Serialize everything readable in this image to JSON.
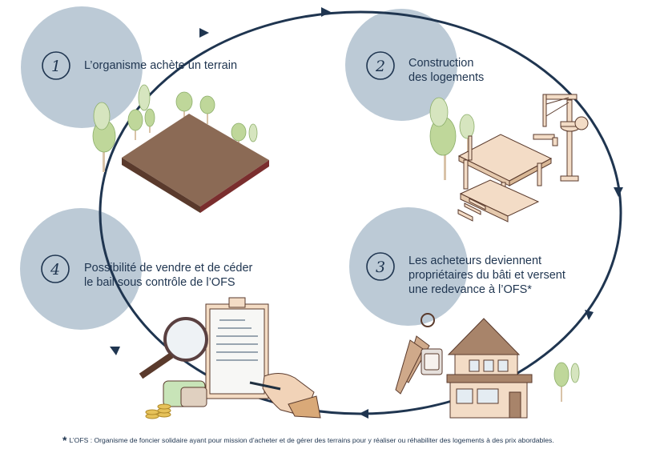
{
  "steps": [
    {
      "number": "1",
      "lines": [
        "L’organisme achète un terrain"
      ]
    },
    {
      "number": "2",
      "lines": [
        "Construction",
        "des logements"
      ]
    },
    {
      "number": "3",
      "lines": [
        "Les acheteurs deviennent",
        "propriétaires du bâti et versent",
        "une redevance à l’OFS*"
      ]
    },
    {
      "number": "4",
      "lines": [
        "Possibilité de vendre et de céder",
        "le bail sous contrôle de l’OFS"
      ]
    }
  ],
  "footnote": {
    "marker": "*",
    "text": "L’OFS : Organisme de foncier solidaire ayant pour mission d’acheter et de gérer des terrains pour y réaliser ou réhabiliter des logements à des prix abordables."
  },
  "colors": {
    "circle": "#bccad6",
    "cycle_line": "#1f3550",
    "soil_top": "#8b6a55",
    "wood": "#f3dcc6",
    "tree": "#bfd79a"
  },
  "icons": [
    "terrain-icon",
    "construction-icon",
    "house-keys-icon",
    "contract-magnifier-icon"
  ]
}
